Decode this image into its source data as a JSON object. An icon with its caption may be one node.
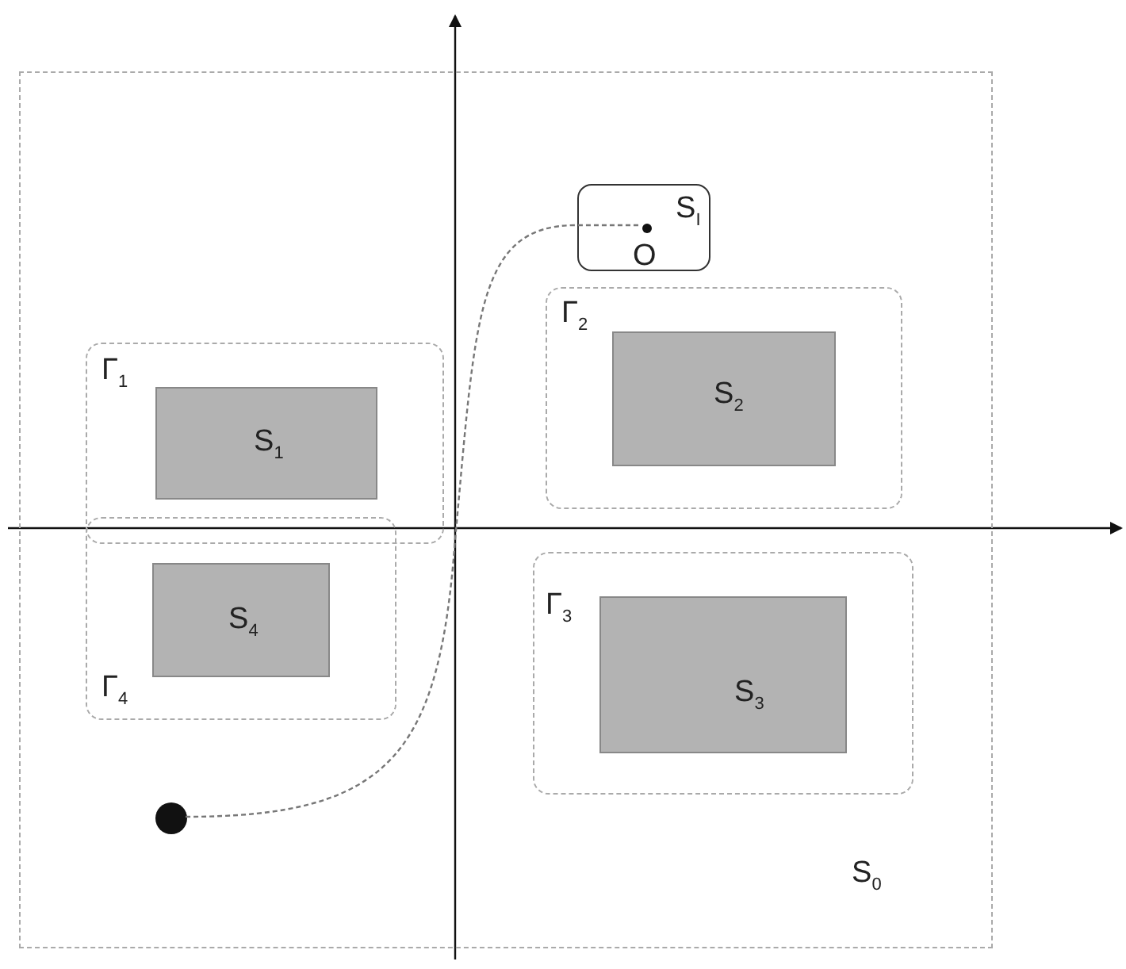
{
  "diagram": {
    "nodes": [
      {
        "text": [
          "S$_{0}$"
        ]
      },
      {
        "text": [
          "S$_{I}$"
        ],
        "in": 0
      },
      {
        "text": [],
        "shape": "circle",
        "in": 1,
        "beside": [
          "O"
        ]
      },
      {
        "text": [
          "Γ$_{2}$"
        ],
        "in": 0
      },
      {
        "text": [
          "S$_{2}$"
        ],
        "in": 3
      },
      {
        "text": [
          "Γ$_{1}$"
        ],
        "in": 0
      },
      {
        "text": [
          "S$_{1}$"
        ],
        "in": 5
      },
      {
        "text": [
          "Γ$_{4}$"
        ],
        "in": 0
      },
      {
        "text": [
          "S$_{4}$"
        ],
        "in": 7
      },
      {
        "text": [
          "Γ$_{3}$"
        ],
        "in": 0
      },
      {
        "text": [
          "S$_{3}$"
        ],
        "in": 9
      },
      {
        "text": [],
        "shape": "circle",
        "in": 0
      }
    ],
    "edges": [
      {
        "from": 11,
        "to": 2,
        "arrow": "none",
        "style": "dashed"
      }
    ]
  }
}
